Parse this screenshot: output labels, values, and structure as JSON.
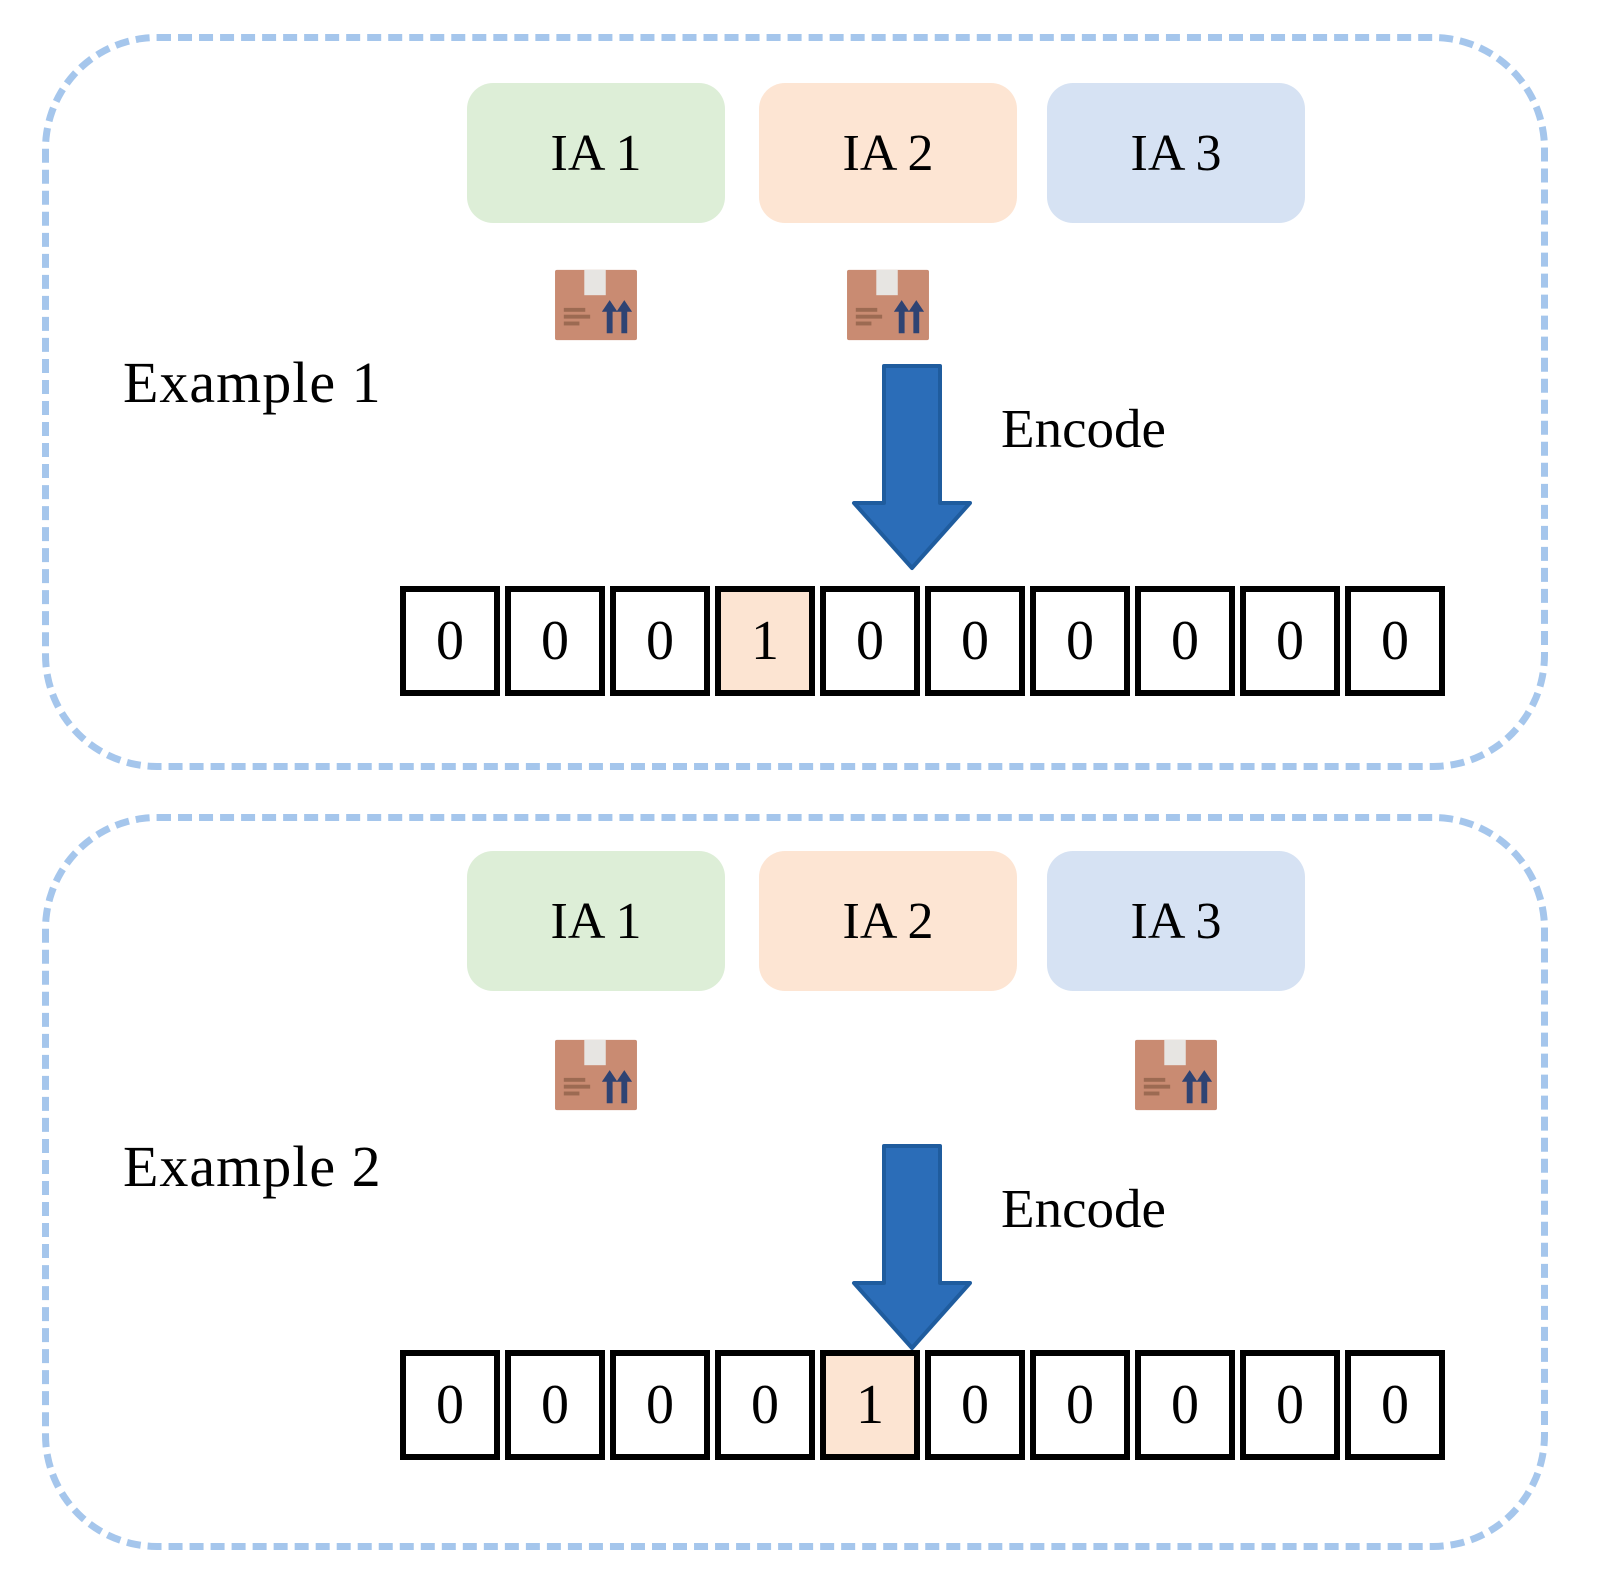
{
  "figure": {
    "examples": [
      {
        "label": "Example 1",
        "agents": [
          {
            "label": "IA 1"
          },
          {
            "label": "IA 2"
          },
          {
            "label": "IA 3"
          }
        ],
        "packages_under": [
          0,
          1
        ],
        "arrow_label": "Encode",
        "cells": [
          "0",
          "0",
          "0",
          "1",
          "0",
          "0",
          "0",
          "0",
          "0",
          "0"
        ],
        "highlight_index": 3
      },
      {
        "label": "Example 2",
        "agents": [
          {
            "label": "IA 1"
          },
          {
            "label": "IA 2"
          },
          {
            "label": "IA 3"
          }
        ],
        "packages_under": [
          0,
          2
        ],
        "arrow_label": "Encode",
        "cells": [
          "0",
          "0",
          "0",
          "0",
          "1",
          "0",
          "0",
          "0",
          "0",
          "0"
        ],
        "highlight_index": 4
      }
    ],
    "colors": {
      "agent_fills": [
        "#ddeed7",
        "#fde5d3",
        "#d6e2f3"
      ],
      "highlight_cell": "#fce4d2",
      "arrow_fill": "#2b6db8",
      "arrow_stroke": "#1f5c9e",
      "panel_border": "#a5c6ec",
      "package_body": "#c98b72",
      "package_tape": "#e7e5e2",
      "package_lines": "#9c6a52",
      "package_arrows": "#2e4373"
    }
  }
}
